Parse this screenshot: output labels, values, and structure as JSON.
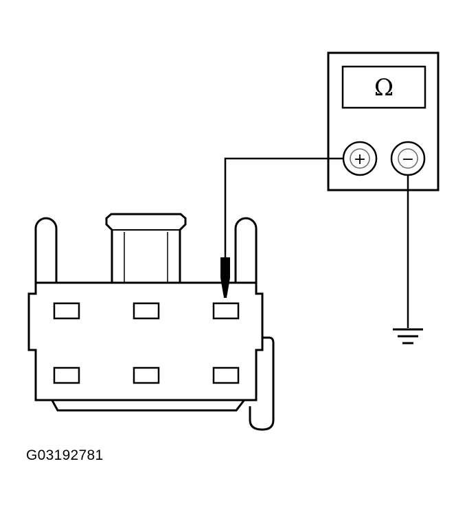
{
  "meter": {
    "display_symbol": "Ω",
    "positive_terminal": "+",
    "negative_terminal": "−"
  },
  "connector": {
    "rows": 2,
    "pins_per_row": 3,
    "probed_pin": "top-right"
  },
  "figure_code": "G03192781"
}
